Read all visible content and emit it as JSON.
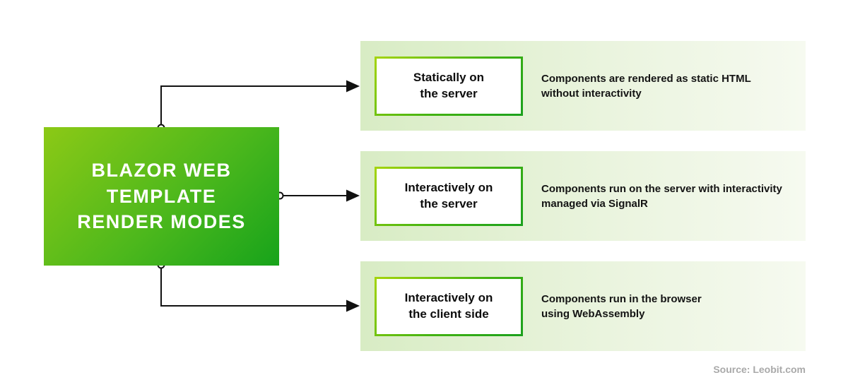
{
  "title": "BLAZOR WEB\nTEMPLATE\nRENDER MODES",
  "rows": [
    {
      "label": "Statically on\nthe server",
      "description": "Components are rendered as static HTML\nwithout interactivity"
    },
    {
      "label": "Interactively on\nthe server",
      "description": "Components run on the server with interactivity\nmanaged via SignalR"
    },
    {
      "label": "Interactively on\nthe client side",
      "description": "Components run in the browser\nusing WebAssembly"
    }
  ],
  "source": "Source: Leobit.com",
  "colors": {
    "main_box_gradient_start": "#8cc916",
    "main_box_gradient_end": "#17a31b",
    "panel_gradient_start": "#d8ecc4",
    "panel_gradient_end": "#f6faf0",
    "mode_box_border_start": "#a4d40b",
    "mode_box_border_end": "#1ba11d",
    "connector": "#111111",
    "source_text": "#a9a9a9"
  }
}
